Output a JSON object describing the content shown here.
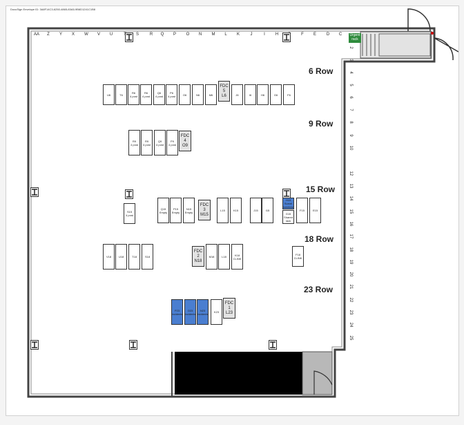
{
  "envelope_id": "DocuSign Envelope ID: 3A8F14C3-6250-4865-83A5-9B6D1241C1B8",
  "columns": [
    "AA",
    "Z",
    "Y",
    "X",
    "W",
    "V",
    "U",
    "T",
    "S",
    "R",
    "Q",
    "P",
    "O",
    "N",
    "M",
    "L",
    "K",
    "J",
    "I",
    "H",
    "G",
    "F",
    "E",
    "D",
    "C"
  ],
  "row_numbers": [
    "2",
    "3",
    "4",
    "5",
    "6",
    "7",
    "8",
    "9",
    "10",
    "12",
    "13",
    "14",
    "15",
    "16",
    "17",
    "18",
    "19",
    "20",
    "21",
    "22",
    "23",
    "24",
    "25"
  ],
  "row_labels": [
    "6 Row",
    "9 Row",
    "15 Row",
    "18 Row",
    "23 Row"
  ],
  "urgent_rack": "Urgent rack",
  "fdc_units": [
    {
      "label": "FDC\n5\nL6"
    },
    {
      "label": "FDC\n4\nO9"
    },
    {
      "label": "FDC\n3\nM15"
    },
    {
      "label": "FDC\n2\nN18"
    },
    {
      "label": "FDC\n1\nL23"
    }
  ],
  "racks": [
    {
      "label": "U6"
    },
    {
      "label": "T6"
    },
    {
      "label": "R6\n4 post"
    },
    {
      "label": "R6\n4 post"
    },
    {
      "label": "Q6\n4 post"
    },
    {
      "label": "P6\n4 post"
    },
    {
      "label": "O6"
    },
    {
      "label": "N6"
    },
    {
      "label": "M6"
    },
    {
      "label": "J6"
    },
    {
      "label": "I6"
    },
    {
      "label": "H6"
    },
    {
      "label": "G6"
    },
    {
      "label": "F6"
    },
    {
      "label": "R9\n4 post"
    },
    {
      "label": "R9\n4 post"
    },
    {
      "label": "Q9\n4 post"
    },
    {
      "label": "P9\n4 post"
    },
    {
      "label": "S15\n4 post"
    },
    {
      "label": "Q15\nEmpty"
    },
    {
      "label": "P15\nEmpty"
    },
    {
      "label": "N15\nEmpty"
    },
    {
      "label": "L15"
    },
    {
      "label": "K15"
    },
    {
      "label": "J15"
    },
    {
      "label": "I15"
    },
    {
      "label": "H15\nSurvei\ndowntown"
    },
    {
      "label": "G15\nShared\nrack"
    },
    {
      "label": "F15"
    },
    {
      "label": "E15"
    },
    {
      "label": "V18"
    },
    {
      "label": "U18"
    },
    {
      "label": "T18"
    },
    {
      "label": "S18"
    },
    {
      "label": "M18"
    },
    {
      "label": "L18"
    },
    {
      "label": "K18\nCLINK"
    },
    {
      "label": "F18\nCLINK"
    },
    {
      "label": "P23\nIncidents"
    },
    {
      "label": "O23\nIncidents"
    },
    {
      "label": "N23\nIncidents"
    },
    {
      "label": "K23"
    }
  ],
  "colors": {
    "blue_rack": "#4a7ed0",
    "urgent": "#2e8b3c",
    "fdc": "#e3e3e3",
    "restricted": "#000000",
    "stairs": "#b8b8b8"
  },
  "icons": [
    "i-beam-icon",
    "door-swing-icon"
  ]
}
